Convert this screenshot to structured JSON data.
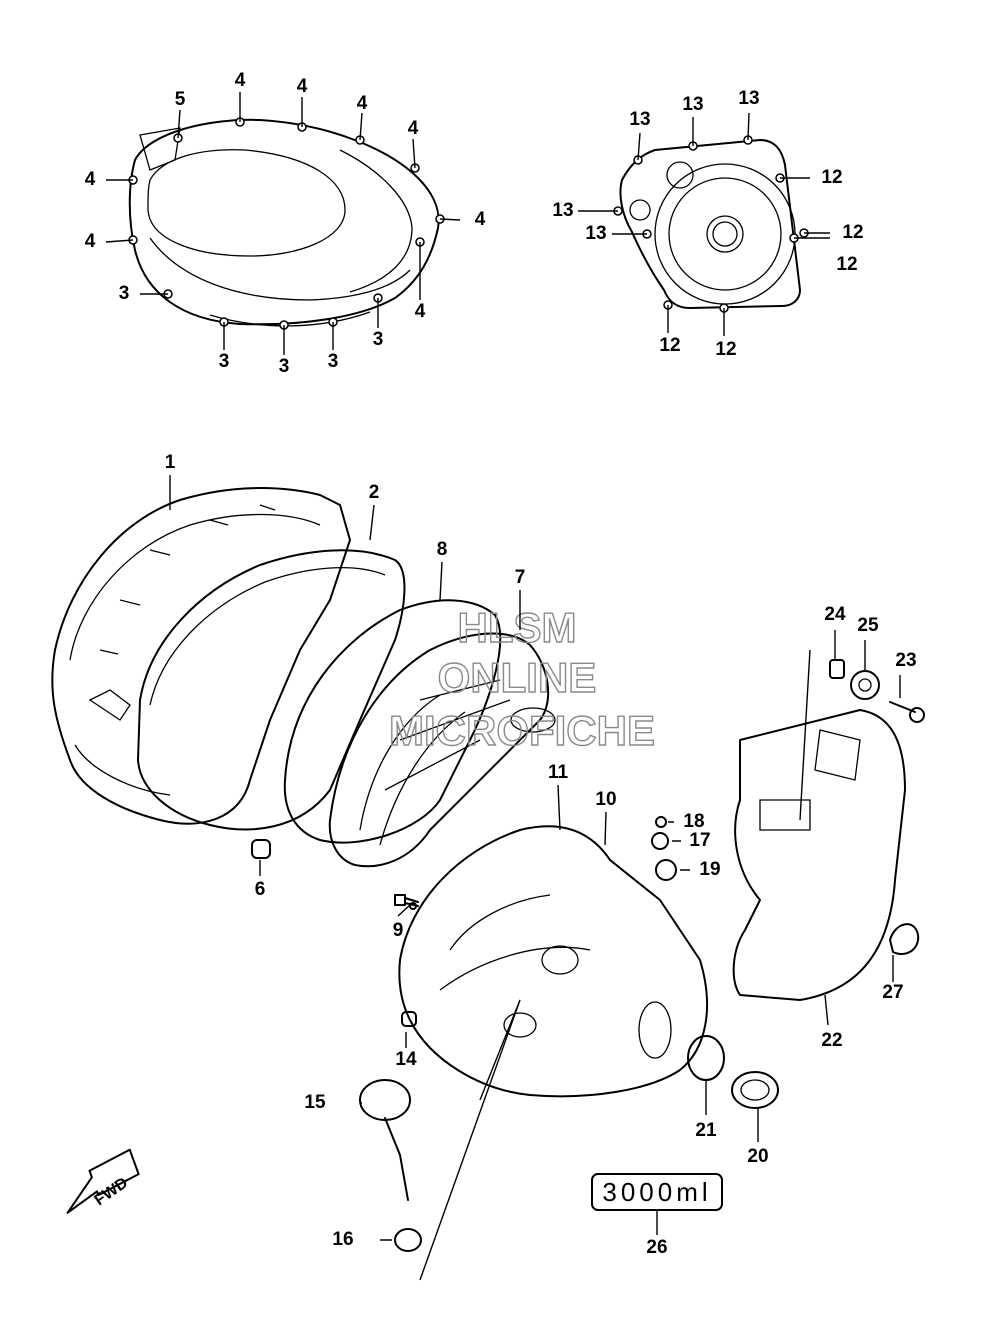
{
  "watermark": {
    "line1": "HLSM",
    "line2": "ONLINE",
    "line3": "MICROFICHE"
  },
  "direction": {
    "label": "FWD"
  },
  "oil_tag": {
    "text": "3000ml"
  },
  "callouts": {
    "c1": "1",
    "c2": "2",
    "c3": "3",
    "c4": "4",
    "c5": "5",
    "c6": "6",
    "c7": "7",
    "c8": "8",
    "c9": "9",
    "c10": "10",
    "c11": "11",
    "c12": "12",
    "c13": "13",
    "c14": "14",
    "c15": "15",
    "c16": "16",
    "c17": "17",
    "c18": "18",
    "c19": "19",
    "c20": "20",
    "c21": "21",
    "c22": "22",
    "c23": "23",
    "c24": "24",
    "c25": "25",
    "c26": "26",
    "c27": "27"
  }
}
